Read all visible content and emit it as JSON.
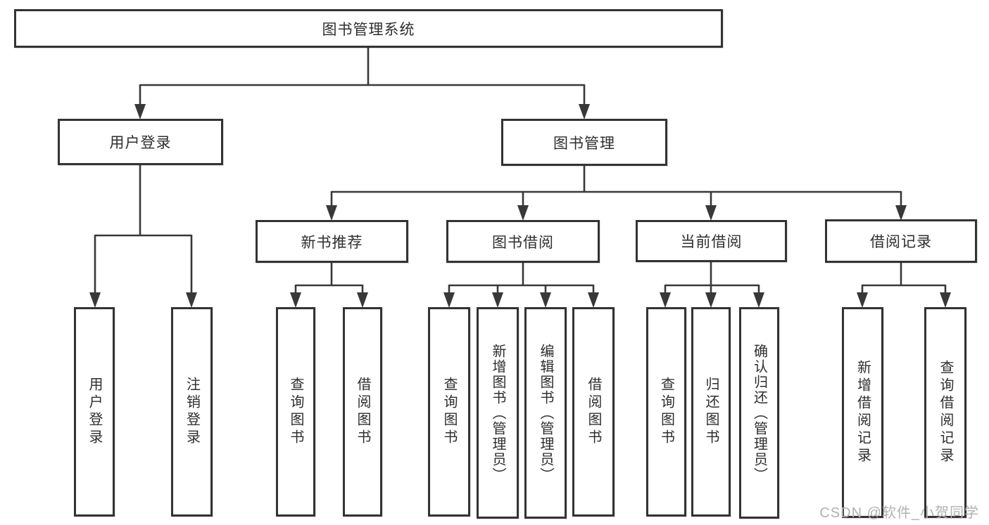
{
  "diagram": {
    "title": "图书管理系统",
    "nodes": {
      "root": "图书管理系统",
      "user_login": "用户登录",
      "book_mgmt": "图书管理",
      "new_books": "新书推荐",
      "book_borrow": "图书借阅",
      "current_borrow": "当前借阅",
      "borrow_records": "借阅记录",
      "leaf_user_login": "用户登录",
      "leaf_logout": "注销登录",
      "leaf_nb_query": "查询图书",
      "leaf_nb_borrow": "借阅图书",
      "leaf_bb_query": "查询图书",
      "leaf_bb_add": "新增图书（管理员）",
      "leaf_bb_edit": "编辑图书（管理员）",
      "leaf_bb_borrow": "借阅图书",
      "leaf_cb_query": "查询图书",
      "leaf_cb_return": "归还图书",
      "leaf_cb_confirm": "确认归还（管理员）",
      "leaf_br_add": "新增借阅记录",
      "leaf_br_query": "查询借阅记录"
    },
    "colors": {
      "line": "#383838",
      "box_border": "#333333",
      "text": "#2e2e2e",
      "watermark": "#b2b0b0",
      "background": "#ffffff"
    }
  },
  "watermark": {
    "text": "CSDN @软件_小贺同学"
  }
}
